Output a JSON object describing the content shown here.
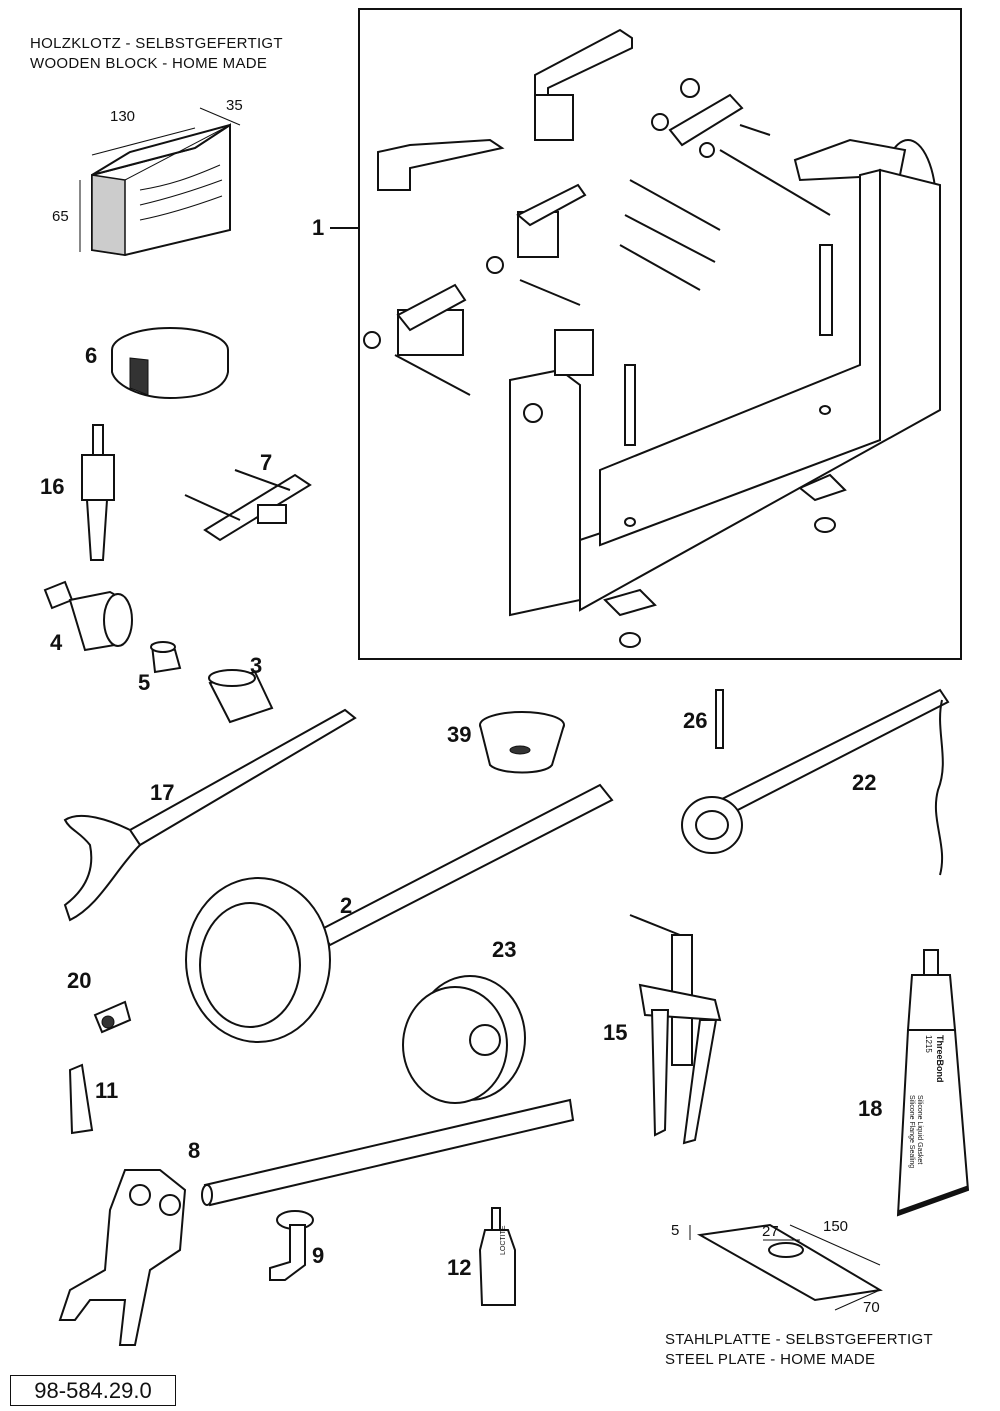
{
  "notes": {
    "wooden_block_de": "HOLZKLOTZ - SELBSTGEFERTIGT",
    "wooden_block_en": "WOODEN BLOCK - HOME MADE",
    "steel_plate_de": "STAHLPLATTE - SELBSTGEFERTIGT",
    "steel_plate_en": "STEEL PLATE - HOME MADE"
  },
  "dimensions": {
    "block_length": "130",
    "block_depth": "35",
    "block_height": "65",
    "plate_thickness": "5",
    "plate_hole": "27",
    "plate_length": "150",
    "plate_width": "70"
  },
  "callouts": [
    "1",
    "6",
    "16",
    "7",
    "4",
    "5",
    "3",
    "39",
    "26",
    "22",
    "17",
    "2",
    "23",
    "20",
    "15",
    "11",
    "18",
    "8",
    "9",
    "12"
  ],
  "tube_label": {
    "brand": "ThreeBond",
    "code": "1215",
    "line1": "Silicone Liquid Gasket",
    "line2": "Silicone Flange Sealing"
  },
  "bottle_label": "LOCTITE",
  "document_number": "98-584.29.0"
}
